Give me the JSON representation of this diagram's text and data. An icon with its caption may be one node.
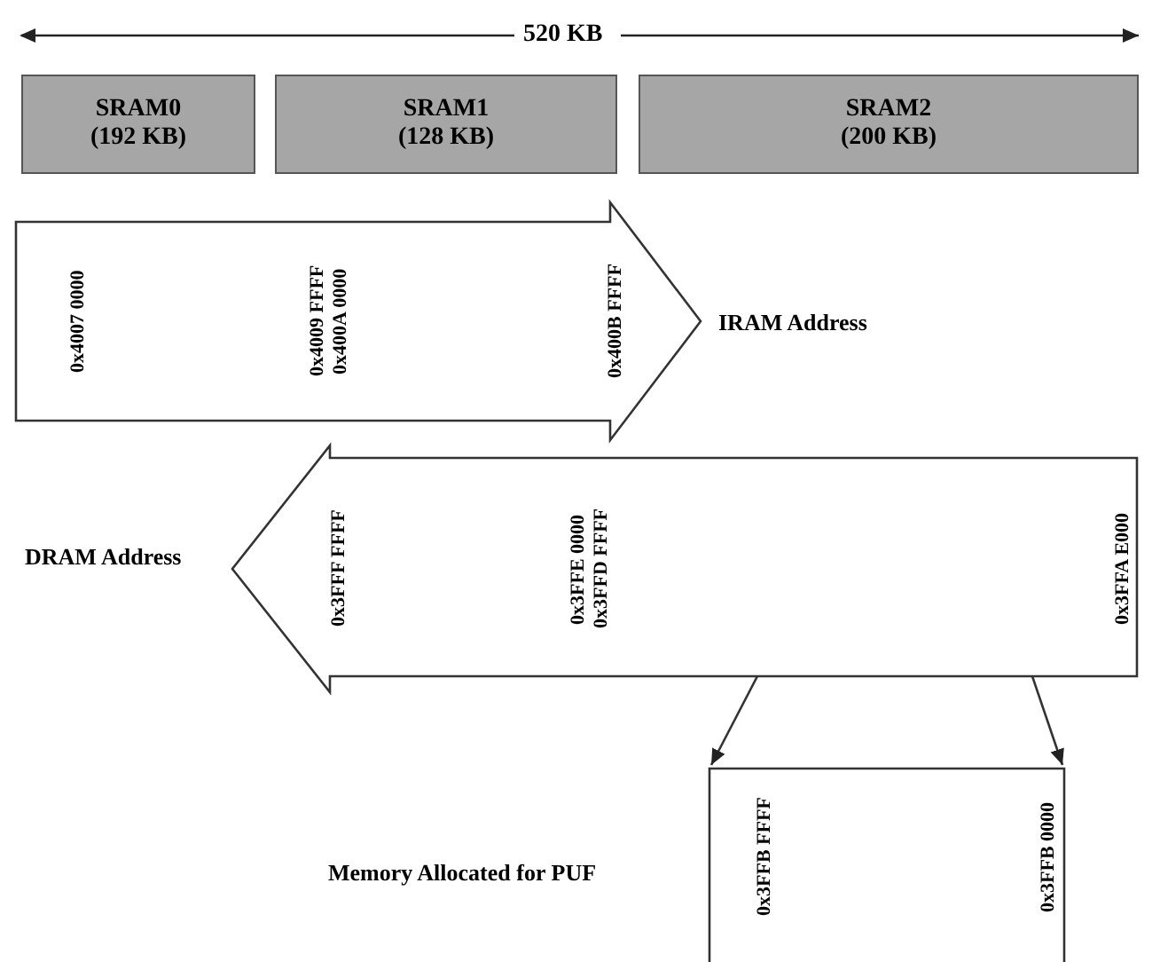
{
  "diagram": {
    "nodes": [
      {
        "text": [
          "SRAM0 (192 KB)"
        ]
      },
      {
        "text": [
          "SRAM1 (128 KB)"
        ]
      },
      {
        "text": [
          "SRAM2 (200 KB)"
        ]
      },
      {
        "text": [
          "0x4007 0000",
          "0x4009 FFFF",
          "0x400A 0000",
          "0x400B FFFF"
        ],
        "beside": [
          "IRAM Address"
        ]
      },
      {
        "text": [
          "0x3FFF FFFF",
          "0x3FFE 0000",
          "0x3FFD FFFF",
          "0x3FFA E000"
        ],
        "beside": [
          "DRAM Address"
        ]
      },
      {
        "text": [
          "0x3FFB FFFF",
          "0x3FFB 0000"
        ]
      }
    ],
    "edges": [
      {
        "from": 4,
        "to": 5,
        "arrow": "to"
      },
      {
        "from": 4,
        "to": 5,
        "arrow": "to"
      }
    ],
    "labels": [
      "520 KB",
      "Memory Allocated for PUF"
    ]
  }
}
